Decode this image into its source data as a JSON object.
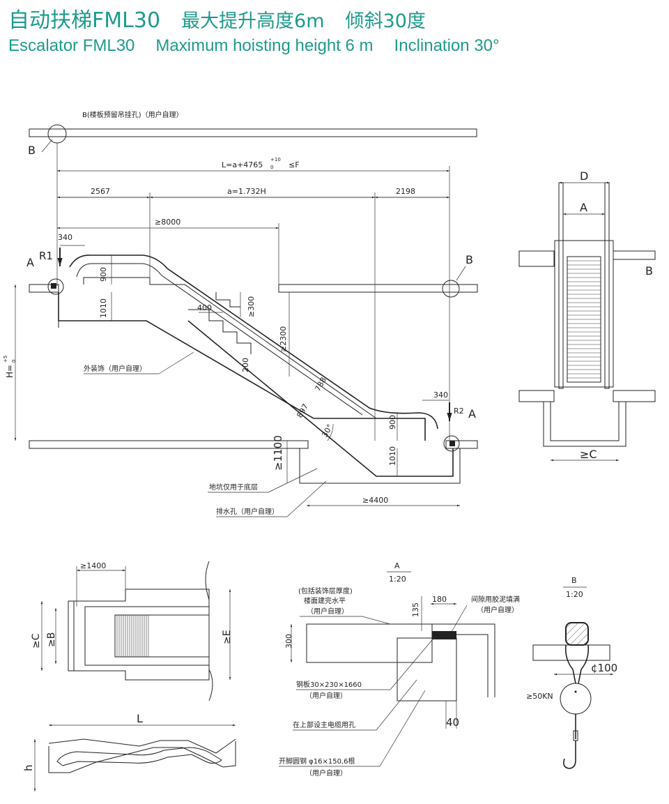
{
  "header": {
    "title_cn": "自动扶梯FML30",
    "title_cn_height": "最大提升高度6m",
    "title_cn_incline": "倾斜30度",
    "title_en": "Escalator FML30",
    "title_en_height": "Maximum hoisting height 6 m",
    "title_en_incline": "Inclination 30°"
  },
  "colors": {
    "accent": "#1e9a8c",
    "line": "#222222"
  },
  "main_view": {
    "note_b": "B(楼板预留吊挂孔)（用户自理）",
    "label_b_left": "B",
    "label_b_right": "B",
    "label_a_left": "A",
    "label_a_right": "A",
    "label_r1": "R1",
    "label_r2": "R2",
    "dim_total": "L=a+4765",
    "dim_total_tol_up": "+10",
    "dim_total_tol_down": "0",
    "dim_total_f": "≤F",
    "dim_left": "2567",
    "dim_middle": "a=1.732H",
    "dim_right": "2198",
    "dim_clear": "≥8000",
    "dim_340_left": "340",
    "dim_340_right": "340",
    "dim_900_left": "900",
    "dim_900_right": "900",
    "dim_1010_left": "1010",
    "dim_1010_right": "1010",
    "dim_300": "≥300",
    "dim_400": "400",
    "dim_2300": "≥2300",
    "dim_200": "200",
    "dim_788": "788",
    "dim_897": "897",
    "dim_angle": "30°",
    "dim_h": "H=",
    "dim_h_tol_up": "+5",
    "dim_h_tol_down": "0",
    "dim_1100": "≥1100",
    "dim_4400": "≥4400",
    "note_cladding": "外装饰（用户自理）",
    "note_pit": "地坑仅用于底层",
    "note_drain": "排水孔（用户自理）"
  },
  "side_view": {
    "label_d": "D",
    "label_a": "A",
    "label_b": "B",
    "label_c": "≥C"
  },
  "plan_view": {
    "dim_1400": "≥1400",
    "label_c": "≥C",
    "label_b": "≥B",
    "label_e": "≥E"
  },
  "profile_view": {
    "label_l": "L",
    "label_h": "h"
  },
  "detail_a": {
    "title": "A",
    "scale": "1:20",
    "note_floor_1": "(包括装饰层厚度)",
    "note_floor_2": "楼面建完水平",
    "note_floor_3": "（用户自理）",
    "note_gap_1": "间隙用胶泥填满",
    "note_gap_2": "（用户自理）",
    "dim_180": "180",
    "dim_135": "135",
    "dim_300": "300",
    "dim_40": "40",
    "note_plate_1": "钢板30×230×1660",
    "note_plate_2": "（用户自理）",
    "note_cable": "在上部设主电缆用孔",
    "note_anchor_1": "开脚圆钢 φ16×150,6根",
    "note_anchor_2": "（用户自理）"
  },
  "detail_b": {
    "title": "B",
    "scale": "1:20",
    "dim_100": "¢100",
    "load": "≥50KN"
  }
}
